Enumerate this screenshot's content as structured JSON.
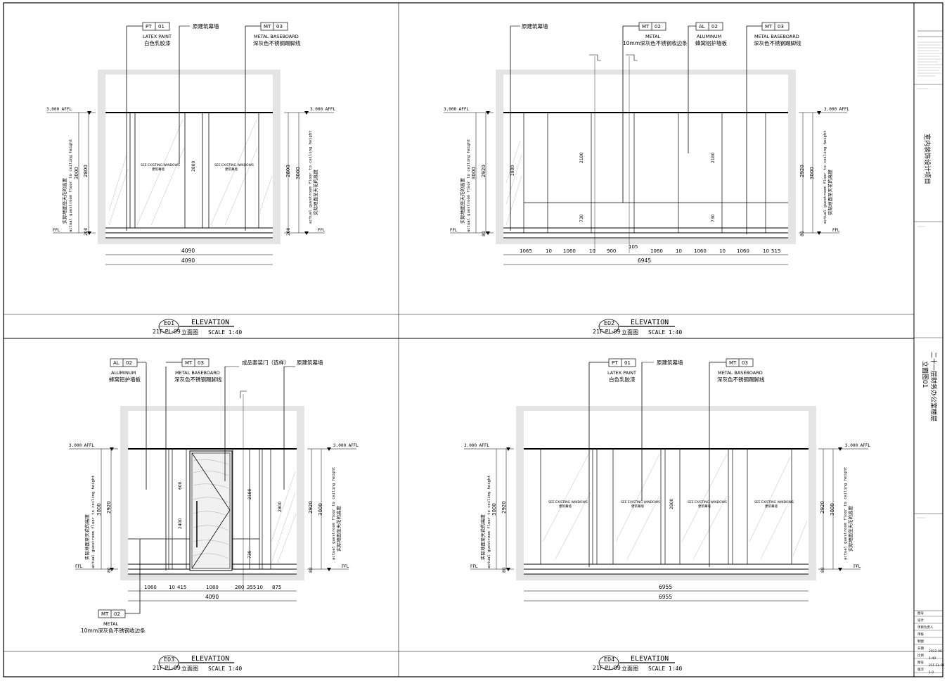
{
  "common": {
    "ffl": "FFL",
    "ceiling_level": "3.000 AFFL",
    "height_cn": "实际地面至天花的高度",
    "height_en": "actual guestroom floor to ceiling height",
    "see_windows": "SEE EXISTING WINDOWS",
    "curtain_wall": "建筑幕墙",
    "elevation": "ELEVATION",
    "sheet_ref": "21F-PL-09",
    "caption": "立面图",
    "scale": "SCALE 1:40"
  },
  "tags": {
    "pt01": {
      "code": "PT",
      "num": "01",
      "en": "LATEX PAINT",
      "cn": "白色乳胶漆"
    },
    "mt03": {
      "code": "MT",
      "num": "03",
      "en": "METAL BASEBOARD",
      "cn": "深灰色不锈钢踢脚线"
    },
    "mt02": {
      "code": "MT",
      "num": "02",
      "en": "METAL",
      "cn": "10mm深灰色不锈钢收边条"
    },
    "al02": {
      "code": "AL",
      "num": "02",
      "en": "ALUMINUM",
      "cn": "蜂窝铝护墙板"
    },
    "existing_wall": "原建筑幕墙",
    "door": "成品套装门（选样）"
  },
  "views": {
    "e01": {
      "id": "E01",
      "dims": {
        "h_total": "3000",
        "h_main": "2800",
        "h_base": "200",
        "w1": "4090",
        "w2": "4090",
        "win": "2800"
      }
    },
    "e02": {
      "id": "E02",
      "dims": {
        "h_total": "3000",
        "h_left": "2920",
        "h_right": "2920",
        "h_inner": "2800",
        "h_upper": "2180",
        "h_lower": "730",
        "h_base": "80",
        "segs": [
          "1065",
          "10",
          "1060",
          "10",
          "900",
          "105",
          "1060",
          "10",
          "1060",
          "10",
          "1060",
          "10",
          "515"
        ],
        "total": "6945"
      }
    },
    "e03": {
      "id": "E03",
      "dims": {
        "h_total": "3000",
        "h_left": "2920",
        "h_right": "2920",
        "door_h": "2400",
        "top_h": "600",
        "h_upper": "2180",
        "h_lower": "730",
        "win": "2800",
        "base": "80",
        "segs": [
          "1060",
          "10",
          "415",
          "1080",
          "280",
          "355",
          "10",
          "875"
        ],
        "total": "4090"
      }
    },
    "e04": {
      "id": "E04",
      "dims": {
        "h_total": "3000",
        "h_left": "2920",
        "h_right": "2920",
        "win": "2800",
        "base": "80",
        "w1": "6955",
        "w2": "6955"
      }
    }
  },
  "title_block": {
    "project": "室内装饰设计项目",
    "drawing": "二十一层财务办公室楼层",
    "drawing_sub": "立面图01",
    "fields": [
      {
        "label": "图号",
        "value": ""
      },
      {
        "label": "设计",
        "value": ""
      },
      {
        "label": "项目负责人",
        "value": ""
      },
      {
        "label": "审核",
        "value": ""
      },
      {
        "label": "制图",
        "value": ""
      },
      {
        "label": "日期",
        "value": "2022-06"
      },
      {
        "label": "比例",
        "value": "1:40"
      },
      {
        "label": "图号",
        "value": "21F-EL-01"
      },
      {
        "label": "版次",
        "value": "1.0"
      }
    ]
  }
}
